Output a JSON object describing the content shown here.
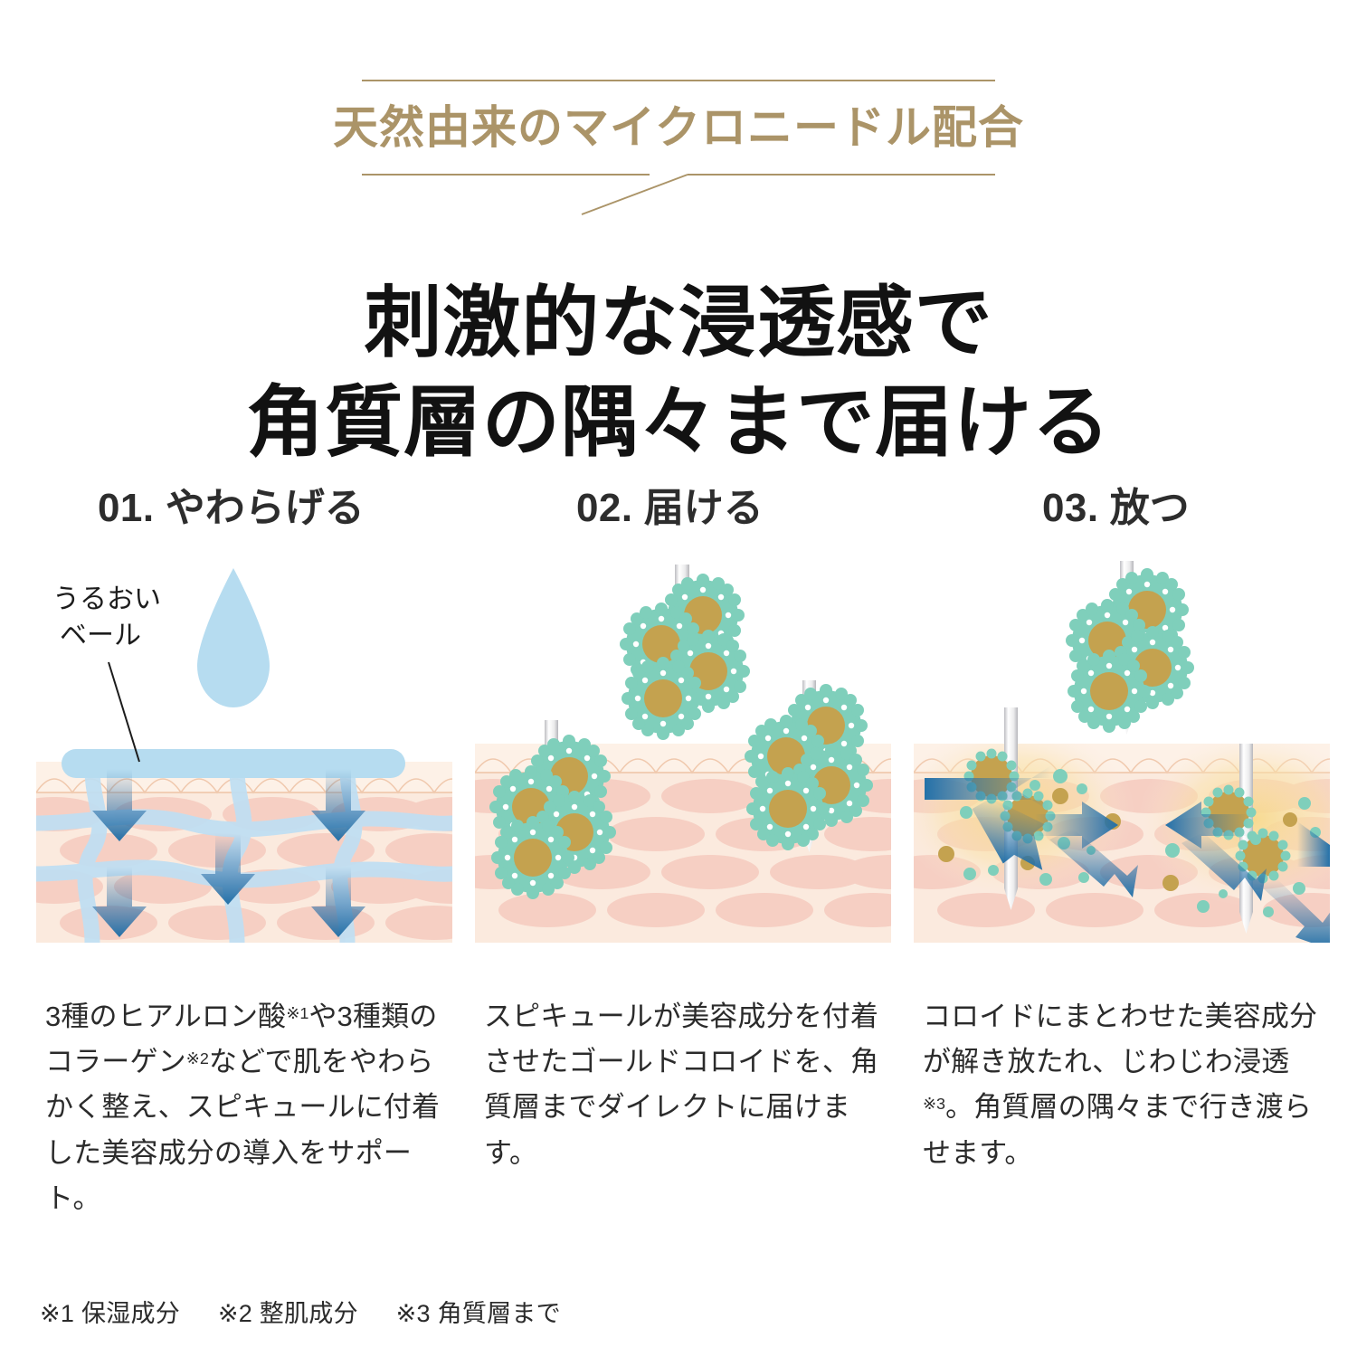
{
  "eyebrow": {
    "text": "天然由来のマイクロニードル配合",
    "color": "#ab9468"
  },
  "headline": {
    "line1": "刺激的な浸透感で",
    "line2": "角質層の隅々まで届ける",
    "color": "#121212"
  },
  "steps": [
    {
      "number": "01.",
      "title": "やわらげる",
      "label_line1": "うるおい",
      "label_line2": "ベール",
      "caption_a": "3種のヒアルロン酸",
      "caption_sup1": "※1",
      "caption_b": "や3種類のコラーゲン",
      "caption_sup2": "※2",
      "caption_c": "などで肌をやわらかく整え、スピキュールに付着した美容成分の導入をサポート。"
    },
    {
      "number": "02.",
      "title": "届ける",
      "caption_a": "スピキュールが美容成分を付着させたゴールドコロイドを、角質層までダイレクトに届けます。"
    },
    {
      "number": "03.",
      "title": "放つ",
      "caption_a": "コロイドにまとわせた美容成分が解き放たれ、じわじわ浸透",
      "caption_sup1": "※3",
      "caption_b": "。角質層の隅々まで行き渡らせます。"
    }
  ],
  "footnotes": [
    "※1 保湿成分",
    "※2 整肌成分",
    "※3 角質層まで"
  ],
  "colors": {
    "gold_accent": "#ab9468",
    "colloid_teal": "#7fcfbb",
    "colloid_gold": "#c4a24f",
    "arrow_blue": "#2a6fa8",
    "water_blue": "#b6dcf0",
    "skin_light": "#fbeade",
    "skin_cell": "#f6cfc3",
    "glow_yellow": "#f7d98c",
    "needle_silver": "#e4e4e6"
  }
}
